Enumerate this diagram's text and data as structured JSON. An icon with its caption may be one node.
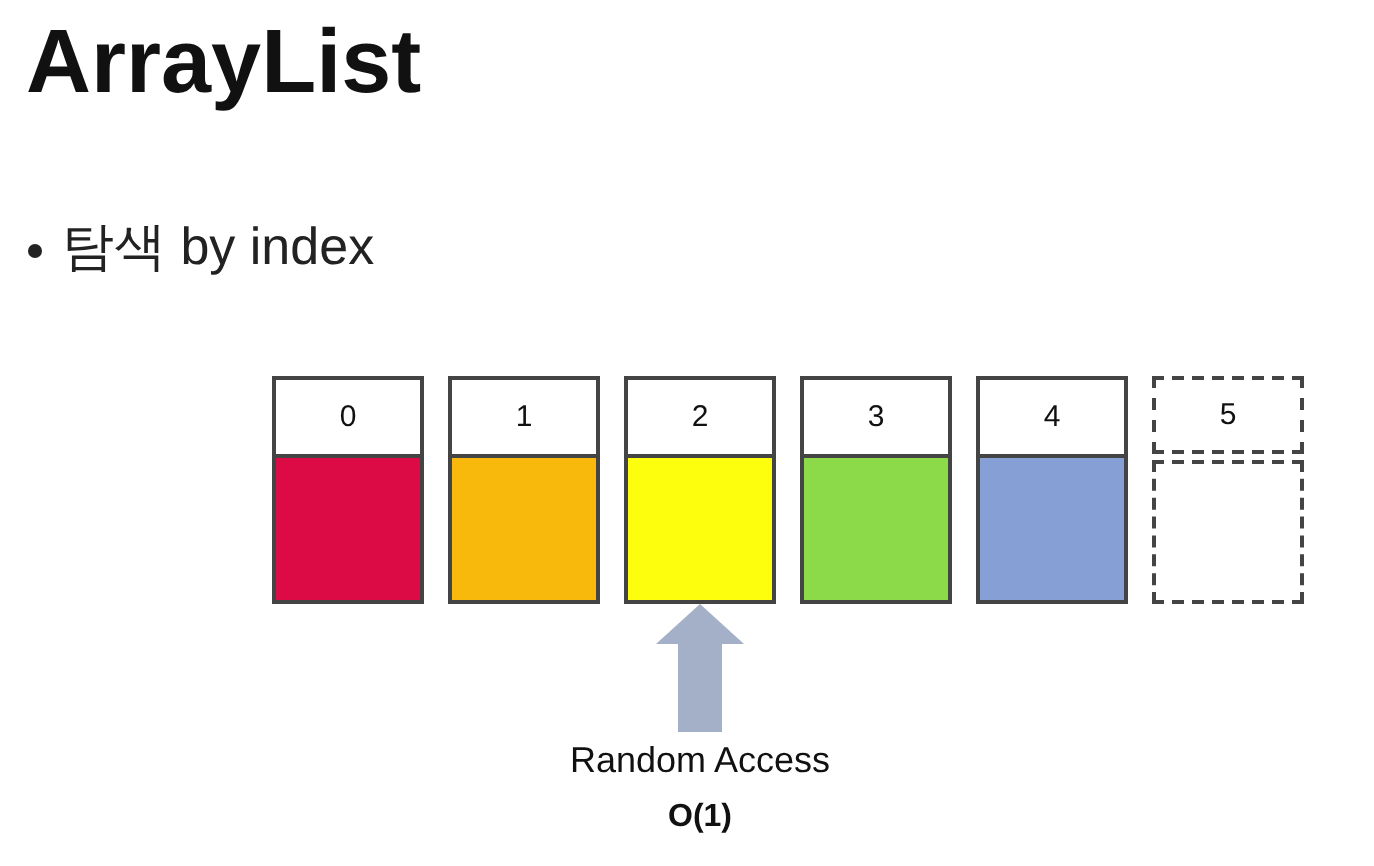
{
  "diagram": {
    "title": "ArrayList",
    "nodes": [
      {
        "text": [
          "0"
        ]
      },
      {
        "text": [
          "1"
        ]
      },
      {
        "text": [
          "2"
        ]
      },
      {
        "text": [
          "3"
        ]
      },
      {
        "text": [
          "4"
        ]
      },
      {
        "text": [
          "5"
        ]
      },
      {
        "text": [],
        "shape": "box"
      },
      {
        "text": [],
        "shape": "box"
      },
      {
        "text": [],
        "shape": "box"
      },
      {
        "text": [],
        "shape": "box"
      },
      {
        "text": [],
        "shape": "box"
      },
      {
        "text": [],
        "shape": "box"
      },
      {
        "text": [
          "Random Access",
          "O(1)"
        ]
      }
    ],
    "edges": [
      {
        "from": 12,
        "to": 8,
        "arrow": "to",
        "color": "#a3b0c8"
      }
    ],
    "labels": [
      "탐색 by index"
    ]
  }
}
